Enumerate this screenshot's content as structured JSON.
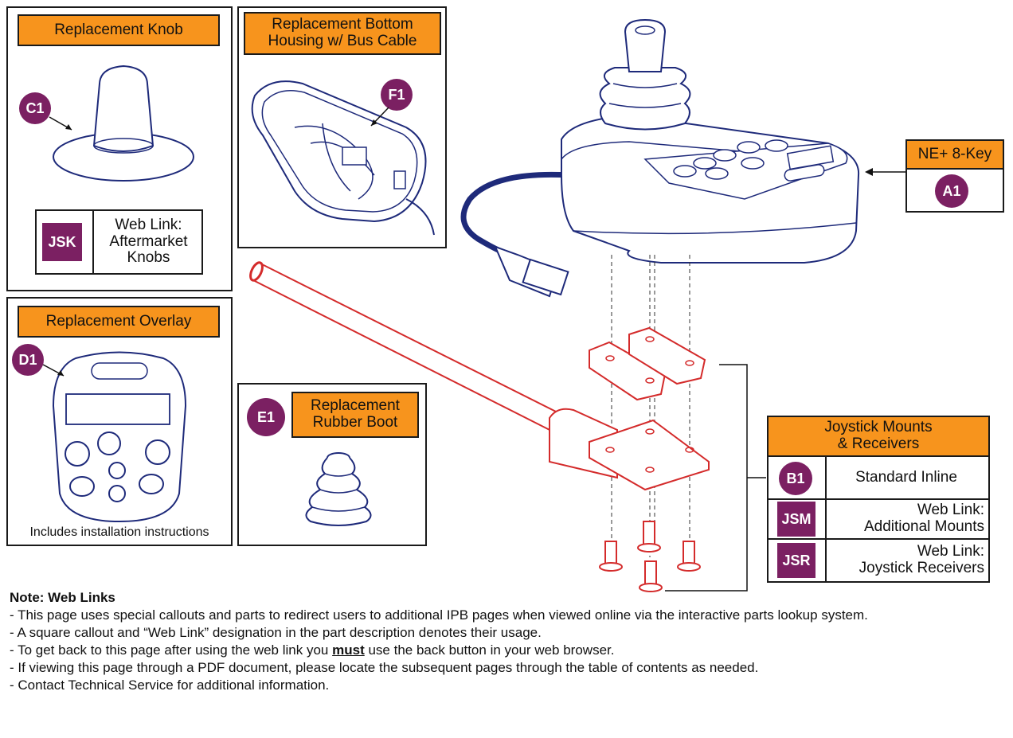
{
  "panels": {
    "knob": {
      "title": "Replacement Knob",
      "callout": "C1",
      "web_link_code": "JSK",
      "web_link_text": "Web Link:\nAftermarket\nKnobs"
    },
    "housing": {
      "title_line1": "Replacement Bottom",
      "title_line2": "Housing w/ Bus Cable",
      "callout": "F1"
    },
    "overlay": {
      "title": "Replacement Overlay",
      "callout": "D1",
      "caption": "Includes installation instructions"
    },
    "boot": {
      "title_line1": "Replacement",
      "title_line2": "Rubber Boot",
      "callout": "E1"
    }
  },
  "joystick": {
    "label": "NE+ 8-Key",
    "callout": "A1"
  },
  "mounts": {
    "title_line1": "Joystick Mounts",
    "title_line2": "& Receivers",
    "rows": [
      {
        "code": "B1",
        "shape": "circle",
        "text": "Standard Inline"
      },
      {
        "code": "JSM",
        "shape": "square",
        "text": "Web Link:\nAdditional Mounts"
      },
      {
        "code": "JSR",
        "shape": "square",
        "text": "Web Link:\nJoystick Receivers"
      }
    ]
  },
  "note": {
    "heading": "Note: Web Links",
    "line1": "- This page uses special callouts and parts to redirect users to additional IPB pages when viewed online via the interactive parts lookup system.",
    "line2": "- A square callout and “Web Link” designation in the part description denotes their usage.",
    "line3_pre": "- To get back to this page after using the web link you ",
    "line3_must": "must",
    "line3_post": " use the back button in your web browser.",
    "line4": "- If viewing this page through a PDF document, please locate the subsequent pages through the table of contents as needed.",
    "line5": "- Contact Technical Service for additional information."
  },
  "colors": {
    "callout": "#7b2062",
    "label_fill": "#f7941d",
    "part_line": "#1e2a7a",
    "mount_line": "#d42b2b"
  }
}
